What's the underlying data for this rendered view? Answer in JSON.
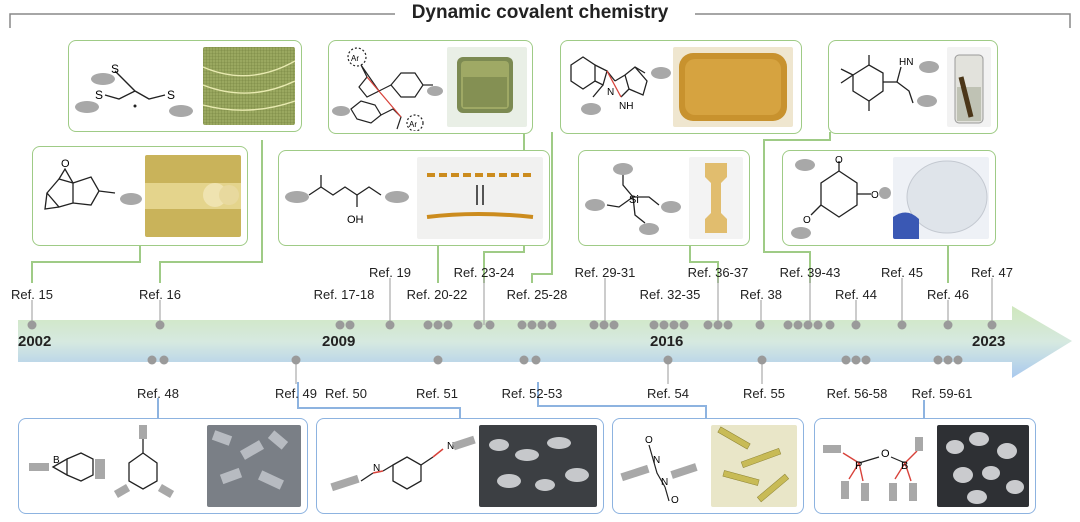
{
  "title": "Dynamic covalent chemistry",
  "years": [
    "2002",
    "2009",
    "2016",
    "2023"
  ],
  "top_refs": [
    "Ref. 15",
    "Ref. 16",
    "Ref. 17-18",
    "Ref. 19",
    "Ref. 20-22",
    "Ref. 23-24",
    "Ref. 25-28",
    "Ref. 29-31",
    "Ref. 32-35",
    "Ref. 36-37",
    "Ref. 38",
    "Ref. 39-43",
    "Ref. 44",
    "Ref. 45",
    "Ref. 46",
    "Ref. 47"
  ],
  "bottom_refs": [
    "Ref. 48",
    "Ref. 49",
    "Ref. 50",
    "Ref. 51",
    "Ref. 52-53",
    "Ref. 54",
    "Ref. 55",
    "Ref. 56-58",
    "Ref. 59-61"
  ],
  "chem_labels": {
    "oh": "OH",
    "si": "Si",
    "hn": "HN",
    "nh": "NH",
    "ar1": "Ar",
    "ar2": "Ar",
    "b": "B",
    "p": "P",
    "o": "O",
    "n": "N"
  },
  "colors": {
    "top_accent": "#8cc46e",
    "bottom_accent": "#8db3e0",
    "node": "#9a9a9a"
  }
}
